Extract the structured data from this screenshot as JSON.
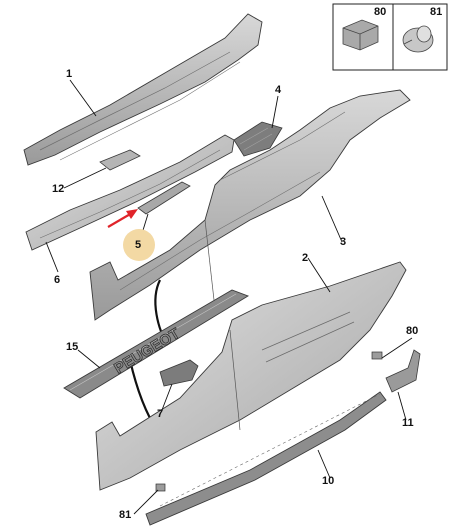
{
  "inset": {
    "left_label": "80",
    "right_label": "81"
  },
  "callouts": {
    "c1": "1",
    "c2": "2",
    "c3": "3",
    "c4": "4",
    "c5": "5",
    "c6": "6",
    "c7": "7",
    "c10": "10",
    "c11": "11",
    "c12": "12",
    "c15": "15",
    "c80": "80",
    "c81": "81"
  },
  "sill_plate_text": "PEUGEOT",
  "colors": {
    "part_fill": "#c9c9c9",
    "part_dark": "#8e8e8e",
    "outline": "#3a3a3a",
    "arrow": "#e0242a",
    "highlight": "#f3d9a4"
  }
}
